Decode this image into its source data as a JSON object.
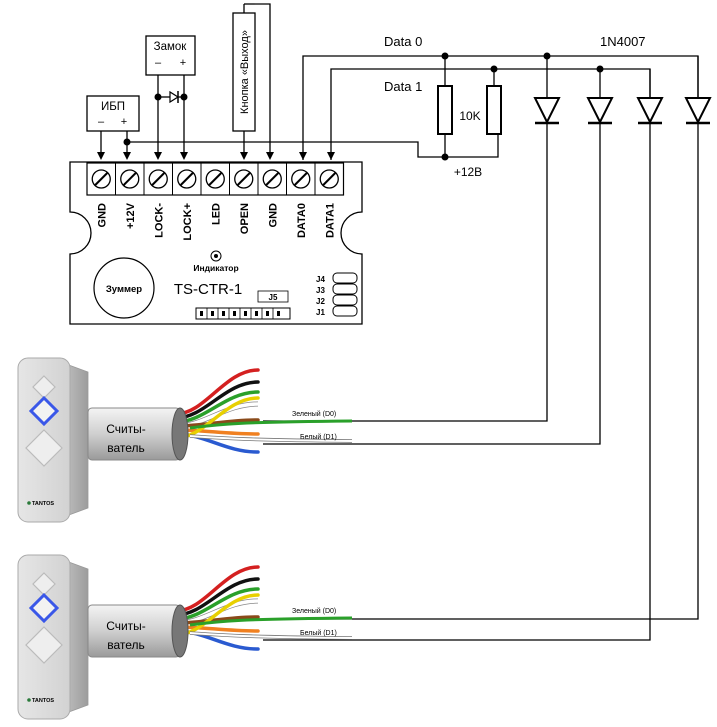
{
  "labels": {
    "data0": "Data 0",
    "data1": "Data 1",
    "diode_model": "1N4007",
    "resistor": "10K",
    "plus12": "+12В",
    "zamok": "Замок",
    "zamok_minus": "–",
    "zamok_plus": "+",
    "ibp": "ИБП",
    "ibp_minus": "–",
    "ibp_plus": "+",
    "exit_button": "Кнопка «Выход»",
    "indicator": "Индикатор",
    "buzzer": "Зуммер",
    "controller_model": "TS-CTR-1",
    "jumper_j5": "J5",
    "jumpers": [
      "J4",
      "J3",
      "J2",
      "J1"
    ]
  },
  "terminals": [
    "GND",
    "+12V",
    "LOCK-",
    "LOCK+",
    "LED",
    "OPEN",
    "GND",
    "DATA0",
    "DATA1"
  ],
  "readers": [
    {
      "name_line1": "Считы-",
      "name_line2": "ватель",
      "brand": "TANTOS",
      "wire_green": "Зеленый (D0)",
      "wire_white": "Белый (D1)"
    },
    {
      "name_line1": "Считы-",
      "name_line2": "ватель",
      "brand": "TANTOS",
      "wire_green": "Зеленый (D0)",
      "wire_white": "Белый (D1)"
    }
  ],
  "colors": {
    "reader_led": "#3a57e8",
    "wire_red": "#d42020",
    "wire_black": "#111111",
    "wire_green": "#2aa02a",
    "wire_white": "#ffffff",
    "wire_brown": "#8a4a1a",
    "wire_orange": "#f08020",
    "wire_blue": "#2a5ad0",
    "wire_yellow": "#e8d000"
  }
}
